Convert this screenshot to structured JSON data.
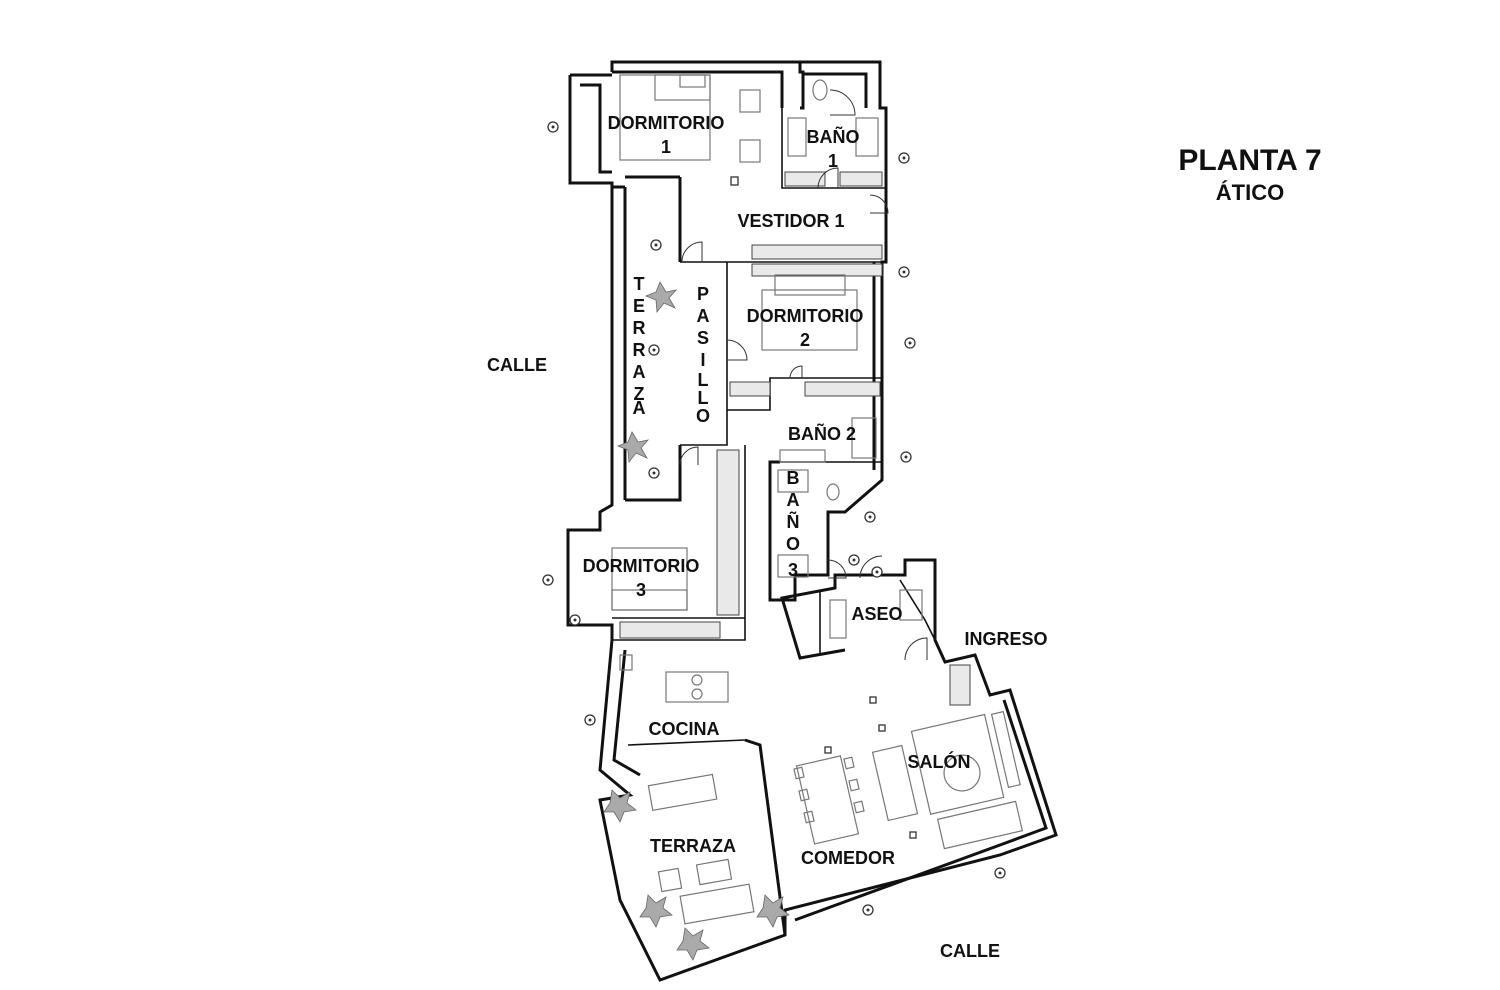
{
  "title": {
    "main": "PLANTA 7",
    "sub": "ÁTICO"
  },
  "streets": {
    "left": "CALLE",
    "bottom": "CALLE"
  },
  "rooms": {
    "dormitorio1": [
      "DORMITORIO",
      "1"
    ],
    "bano1": [
      "BAÑO",
      "1"
    ],
    "vestidor1": "VESTIDOR 1",
    "terraza_v": [
      "T",
      "E",
      "R",
      "R",
      "A",
      "Z",
      "A"
    ],
    "pasillo_v": [
      "P",
      "A",
      "S",
      "I",
      "L",
      "L",
      "O"
    ],
    "dormitorio2": [
      "DORMITORIO",
      "2"
    ],
    "bano2": "BAÑO 2",
    "bano3_v": [
      "B",
      "A",
      "Ñ",
      "O",
      "3"
    ],
    "dormitorio3": [
      "DORMITORIO",
      "3"
    ],
    "aseo": "ASEO",
    "ingreso": "INGRESO",
    "cocina": "COCINA",
    "salon": "SALÓN",
    "terraza": "TERRAZA",
    "comedor": "COMEDOR"
  },
  "colors": {
    "wall": "#111111",
    "furniture": "#777777",
    "plant": "#aaaaaa",
    "background": "#ffffff"
  }
}
